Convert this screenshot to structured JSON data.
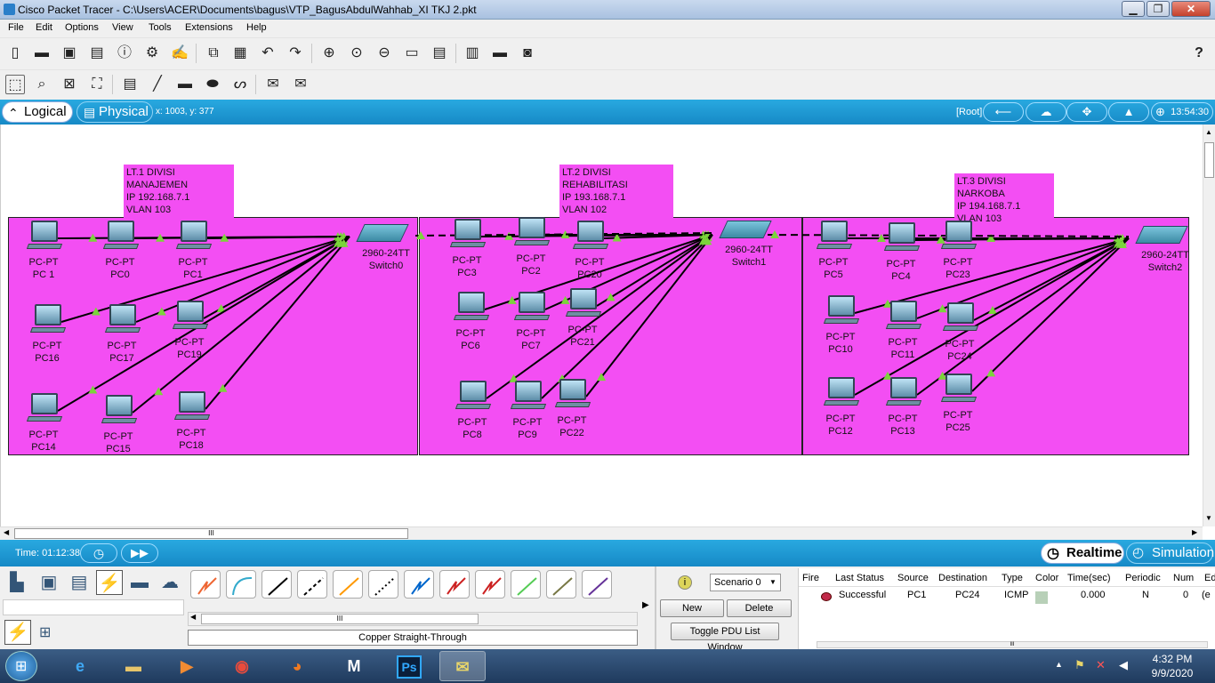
{
  "window": {
    "title": "Cisco Packet Tracer - C:\\Users\\ACER\\Documents\\bagus\\VTP_BagusAbdulWahhab_XI TKJ 2.pkt",
    "minimize": "▁",
    "maximize": "❐",
    "close": "✕"
  },
  "menu": [
    "File",
    "Edit",
    "Options",
    "View",
    "Tools",
    "Extensions",
    "Help"
  ],
  "toolbar_help": "?",
  "tabs": {
    "logical": "Logical",
    "physical": "Physical"
  },
  "cursor_coords": "x: 1003, y: 377",
  "root_label": "[Root]",
  "clock": "13:54:30",
  "rooms": [
    {
      "note": [
        "LT.1 DIVISI MANAJEMEN",
        "IP 192.168.7.1",
        "VLAN 103"
      ]
    },
    {
      "note": [
        "LT.2 DIVISI REHABILITASI",
        "IP 193.168.7.1",
        "VLAN 102"
      ]
    },
    {
      "note": [
        "LT.3 DIVISI NARKOBA",
        "IP 194.168.7.1",
        "VLAN 103"
      ]
    }
  ],
  "switches": [
    {
      "model": "2960-24TT",
      "name": "Switch0"
    },
    {
      "model": "2960-24TT",
      "name": "Switch1"
    },
    {
      "model": "2960-24TT",
      "name": "Switch2"
    }
  ],
  "pcs": [
    {
      "type": "PC-PT",
      "name": "PC 1"
    },
    {
      "type": "PC-PT",
      "name": "PC0"
    },
    {
      "type": "PC-PT",
      "name": "PC1"
    },
    {
      "type": "PC-PT",
      "name": "PC16"
    },
    {
      "type": "PC-PT",
      "name": "PC17"
    },
    {
      "type": "PC-PT",
      "name": "PC19"
    },
    {
      "type": "PC-PT",
      "name": "PC14"
    },
    {
      "type": "PC-PT",
      "name": "PC15"
    },
    {
      "type": "PC-PT",
      "name": "PC18"
    },
    {
      "type": "PC-PT",
      "name": "PC3"
    },
    {
      "type": "PC-PT",
      "name": "PC2"
    },
    {
      "type": "PC-PT",
      "name": "PC20"
    },
    {
      "type": "PC-PT",
      "name": "PC6"
    },
    {
      "type": "PC-PT",
      "name": "PC7"
    },
    {
      "type": "PC-PT",
      "name": "PC21"
    },
    {
      "type": "PC-PT",
      "name": "PC8"
    },
    {
      "type": "PC-PT",
      "name": "PC9"
    },
    {
      "type": "PC-PT",
      "name": "PC22"
    },
    {
      "type": "PC-PT",
      "name": "PC5"
    },
    {
      "type": "PC-PT",
      "name": "PC4"
    },
    {
      "type": "PC-PT",
      "name": "PC23"
    },
    {
      "type": "PC-PT",
      "name": "PC10"
    },
    {
      "type": "PC-PT",
      "name": "PC11"
    },
    {
      "type": "PC-PT",
      "name": "PC24"
    },
    {
      "type": "PC-PT",
      "name": "PC12"
    },
    {
      "type": "PC-PT",
      "name": "PC13"
    },
    {
      "type": "PC-PT",
      "name": "PC25"
    }
  ],
  "hscroll_grip": "III",
  "status": {
    "time_label": "Time: 01:12:38",
    "realtime": "Realtime",
    "simulation": "Simulation"
  },
  "bottom": {
    "cable_name": "Copper Straight-Through",
    "scenario": "Scenario 0",
    "new": "New",
    "delete": "Delete",
    "toggle": "Toggle PDU List Window",
    "pdu_headers": [
      "Fire",
      "Last Status",
      "Source",
      "Destination",
      "Type",
      "Color",
      "Time(sec)",
      "Periodic",
      "Num",
      "Ed"
    ],
    "pdu_row": {
      "status": "Successful",
      "source": "PC1",
      "destination": "PC24",
      "type": "ICMP",
      "time": "0.000",
      "periodic": "N",
      "num": "0",
      "edit": "(e"
    },
    "pdu_color": "#b8d0b8"
  },
  "taskbar": {
    "time": "4:32 PM",
    "date": "9/9/2020",
    "ps_label": "Ps"
  },
  "colors": {
    "room": "#f34ef3",
    "accent": "#1689c6",
    "link": "#000000",
    "port_led": "#7bd43b"
  }
}
